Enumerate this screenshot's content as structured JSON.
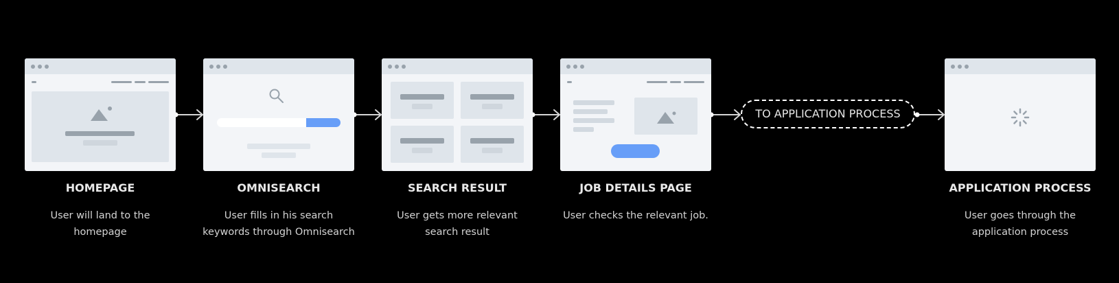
{
  "steps": [
    {
      "title": "HOMEPAGE",
      "desc": [
        "User will land to the",
        "homepage"
      ]
    },
    {
      "title": "OMNISEARCH",
      "desc": [
        "User fills in his search",
        "keywords through Omnisearch"
      ]
    },
    {
      "title": "SEARCH RESULT",
      "desc": [
        "User gets more relevant",
        "search result"
      ]
    },
    {
      "title": "JOB DETAILS PAGE",
      "desc": [
        "User checks the relevant job.",
        ""
      ]
    },
    {
      "title": "APPLICATION PROCESS",
      "desc": [
        "User goes through the",
        "application process"
      ]
    }
  ],
  "connector_label": "TO APPLICATION PROCESS",
  "colors": {
    "background": "#000000",
    "window": "#f3f5f8",
    "placeholder": "#dfe5eb",
    "accent_blue": "#679ef8",
    "icon_gray": "#98a2ab"
  }
}
